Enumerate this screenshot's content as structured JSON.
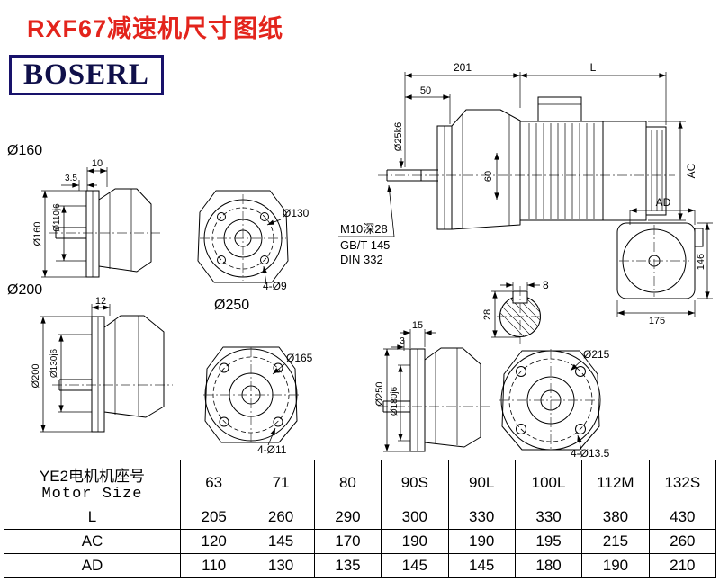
{
  "header": {
    "title": "RXF67减速机尺寸图纸",
    "logo": "BOSERL"
  },
  "colors": {
    "title_red": "#e3241c",
    "logo_navy": "#18126b",
    "line_black": "#000000"
  },
  "drawings": {
    "main": {
      "dim_gear_len": "201",
      "dim_motor_len": "L",
      "dim_shaft_len": "50",
      "dim_shaft_dia": "Ø25k6",
      "dim_inner": "60",
      "dim_ac": "AC"
    },
    "note": {
      "line1": "M10深28",
      "line2": "GB/T 145",
      "line3": "DIN 332"
    },
    "keysec": {
      "dim_key_width": "8",
      "dim_key_height": "28"
    },
    "rear": {
      "dim_ad": "AD",
      "dim_height": "146",
      "dim_width": "175"
    },
    "variant160": {
      "heading": "Ø160",
      "dim_len": "10",
      "dim_step": "3.5",
      "dim_od": "Ø160",
      "dim_pilot": "Ø110j6"
    },
    "front130": {
      "bolt_circle": "Ø130",
      "holes": "4-Ø9"
    },
    "variant200": {
      "heading": "Ø200",
      "dim_len": "12",
      "dim_od": "Ø200",
      "dim_pilot": "Ø130j6"
    },
    "front165": {
      "bolt_circle": "Ø165",
      "holes": "4-Ø11"
    },
    "variant250": {
      "heading": "Ø250",
      "dim_len": "15",
      "dim_step": "3",
      "dim_od": "Ø250",
      "dim_pilot": "Ø180j6"
    },
    "front215": {
      "bolt_circle": "Ø215",
      "holes": "4-Ø13.5"
    }
  },
  "table": {
    "row_header": {
      "label_cn": "YE2电机机座号",
      "label_en": "Motor Size"
    },
    "sizes": [
      "63",
      "71",
      "80",
      "90S",
      "90L",
      "100L",
      "112M",
      "132S"
    ],
    "rows": [
      {
        "label": "L",
        "values": [
          "205",
          "260",
          "290",
          "300",
          "330",
          "330",
          "380",
          "430"
        ]
      },
      {
        "label": "AC",
        "values": [
          "120",
          "145",
          "170",
          "190",
          "190",
          "195",
          "215",
          "260"
        ]
      },
      {
        "label": "AD",
        "values": [
          "110",
          "130",
          "135",
          "145",
          "145",
          "180",
          "190",
          "210"
        ]
      }
    ]
  }
}
